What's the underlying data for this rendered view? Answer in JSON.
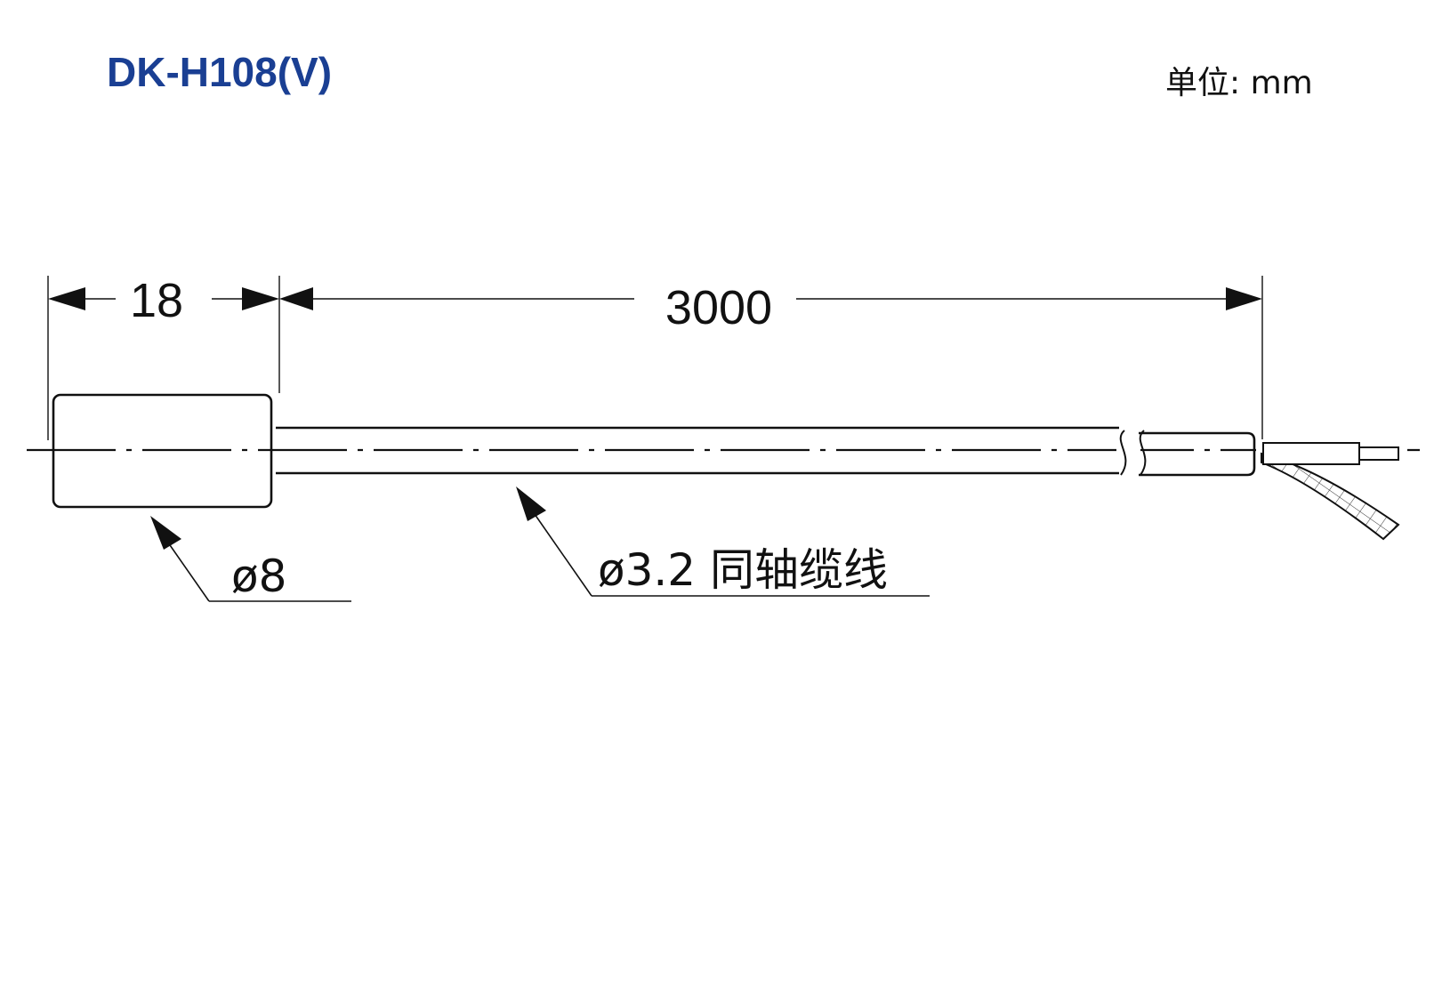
{
  "header": {
    "model": "DK-H108(V)",
    "unit": "单位: mm"
  },
  "dimensions": {
    "head_length": "18",
    "cable_length": "3000"
  },
  "labels": {
    "head_diameter": "ø8",
    "cable_description": "ø3.2 同轴缆线"
  },
  "colors": {
    "title": "#1a3f93",
    "line": "#111111"
  }
}
